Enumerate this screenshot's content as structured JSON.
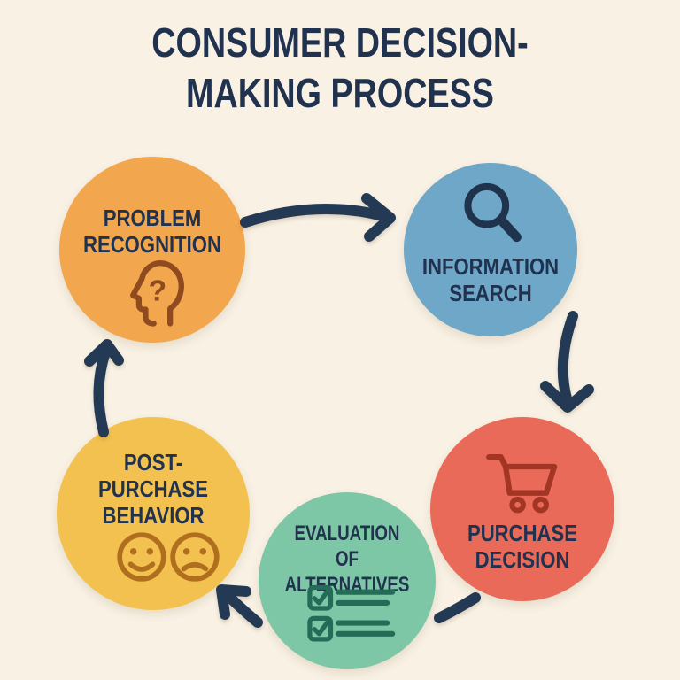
{
  "title": {
    "lines": [
      "CONSUMER DECISION-",
      "MAKING PROCESS"
    ]
  },
  "colors": {
    "background": "#f8f1e4",
    "title_text": "#21324f",
    "node_label_text": "#21324f",
    "arrow": "#243a54",
    "problem_circle": "#f2a74e",
    "information_circle": "#6ea7c8",
    "purchase_circle": "#e96a58",
    "evaluation_circle": "#7ec7a6",
    "postpurchase_circle": "#f3c14f",
    "head_icon": "#8f4a1f",
    "magnifier_icon": "#1f334d",
    "cart_icon": "#a23523",
    "checklist_icon": "#256c58",
    "faces_icon": "#b06f1e"
  },
  "nodes": {
    "problem_recognition": {
      "lines": [
        "PROBLEM",
        "RECOGNITION"
      ],
      "icon": "head-question-icon"
    },
    "information_search": {
      "lines": [
        "INFORMATION",
        "SEARCH"
      ],
      "icon": "magnifier-icon"
    },
    "purchase_decision": {
      "lines": [
        "PURCHASE",
        "DECISION"
      ],
      "icon": "shopping-cart-icon"
    },
    "evaluation_of_alternatives": {
      "lines": [
        "EVALUATION",
        "OF ALTERNATIVES"
      ],
      "icon": "checklist-icon"
    },
    "post_purchase_behavior": {
      "lines": [
        "POST-",
        "PURCHASE",
        "BEHAVIOR"
      ],
      "icon": "happy-sad-faces-icon"
    }
  },
  "icons": {
    "question_glyph": "?"
  },
  "flow_order": [
    "problem_recognition",
    "information_search",
    "purchase_decision",
    "evaluation_of_alternatives",
    "post_purchase_behavior"
  ]
}
